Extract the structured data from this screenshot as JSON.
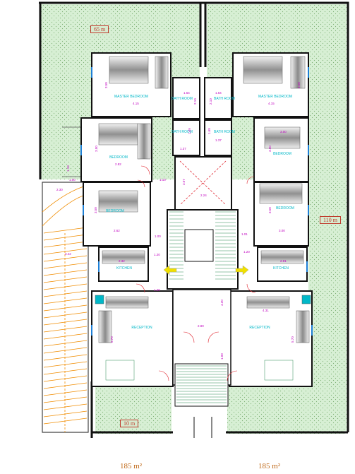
{
  "plan": {
    "colors": {
      "garden": "#d7efd4",
      "wall": "#111111",
      "stair": "#f08c00",
      "room_label": "#00b8c8",
      "dimension": "#c000c0",
      "door": "#e0202a",
      "area_label": "#c0392b",
      "arrow": "#f0e000"
    },
    "garden_labels": {
      "top": "65 m",
      "right": "110 m",
      "bottom": "10 m"
    },
    "bottom_labels": {
      "left_unit": "185 m²",
      "right_unit": "185 m²"
    },
    "rooms": {
      "master_left": "MASTER BEDROOM",
      "master_right": "MASTER BEDROOM",
      "bath": "BATH ROOM",
      "bedroom": "BEDROOM",
      "kitchen": "KITCHEN",
      "reception": "RECEPTION"
    },
    "dimensions": {
      "master_w": "4.15",
      "master_h": "3.50",
      "bath_w": "1.64",
      "bath_h": "2.10",
      "bath2_w": "1.37",
      "bath2_h": "1.69",
      "bed_w": "2.82",
      "bed_h": "3.50",
      "bed_r_w": "3.00",
      "bed2_w": "2.62",
      "bed2_h": "3.50",
      "bed2_r_w": "3.00",
      "bed2_r_w2": "3.00",
      "lift_w": "2.24",
      "lift_h": "3.07",
      "corr1": "1.10",
      "corr2": "1.00",
      "corr3": "1.01",
      "corr4": "1.20",
      "corr5": "1.20",
      "stair_w": "2.30",
      "stair_h": "3.42",
      "kitchen_w": "2.32",
      "kitchen_r_w": "2.81",
      "kitchen_d": "1.20",
      "reception_w": "4.31",
      "reception_h": "5.70",
      "reception_d": "4.20",
      "hall_w": "2.80",
      "hall_h": "1.00",
      "wall1": "1.10",
      "wall2": "1.00"
    }
  }
}
